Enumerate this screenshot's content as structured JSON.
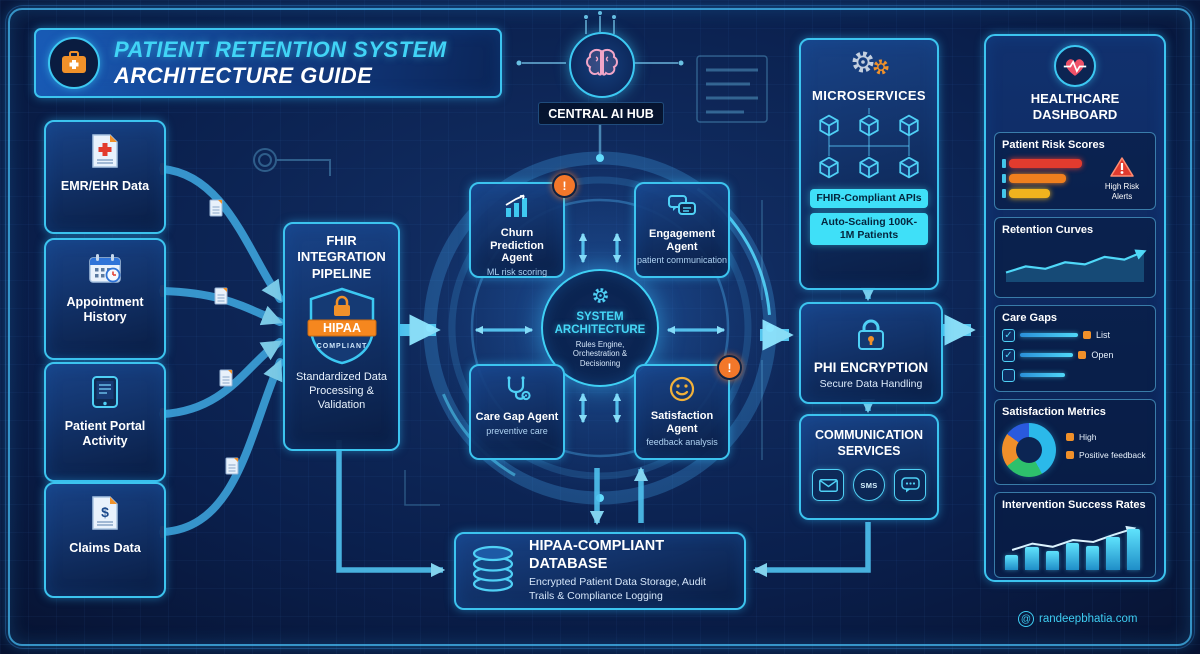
{
  "header": {
    "title": "PATIENT RETENTION SYSTEM",
    "subtitle": "ARCHITECTURE GUIDE"
  },
  "central_hub": {
    "label": "CENTRAL AI HUB"
  },
  "data_sources": [
    {
      "label": "EMR/EHR Data"
    },
    {
      "label": "Appointment History"
    },
    {
      "label": "Patient Portal Activity"
    },
    {
      "label": "Claims Data",
      "icon_glyph": "$"
    }
  ],
  "fhir_pipeline": {
    "title": "FHIR INTEGRATION PIPELINE",
    "badge_top": "HIPAA",
    "badge_bottom": "COMPLIANT",
    "description": "Standardized Data Processing & Validation"
  },
  "system_core": {
    "title": "SYSTEM ARCHITECTURE",
    "subtitle": "Rules Engine, Orchestration & Decisioning"
  },
  "agents": [
    {
      "title": "Churn Prediction Agent",
      "subtitle": "ML risk scoring",
      "alert": "!"
    },
    {
      "title": "Engagement Agent",
      "subtitle": "patient communication"
    },
    {
      "title": "Care Gap Agent",
      "subtitle": "preventive care"
    },
    {
      "title": "Satisfaction Agent",
      "subtitle": "feedback analysis",
      "alert": "!"
    }
  ],
  "microservices": {
    "title": "MICROSERVICES",
    "badge_api": "FHIR-Compliant APIs",
    "badge_scaling": "Auto-Scaling 100K-1M Patients"
  },
  "phi_encryption": {
    "title": "PHI ENCRYPTION",
    "subtitle": "Secure Data Handling"
  },
  "communication": {
    "title": "COMMUNICATION SERVICES",
    "sms_label": "SMS"
  },
  "database": {
    "title": "HIPAA-COMPLIANT DATABASE",
    "description": "Encrypted Patient Data Storage, Audit Trails & Compliance Logging"
  },
  "dashboard": {
    "title": "HEALTHCARE DASHBOARD",
    "risk": {
      "title": "Patient Risk Scores",
      "alert_label": "High Risk Alerts",
      "bars": [
        {
          "color": "#e23b2e",
          "width": 82
        },
        {
          "color": "#f07f1e",
          "width": 64
        },
        {
          "color": "#f0b31e",
          "width": 46
        }
      ]
    },
    "retention": {
      "title": "Retention Curves",
      "values": [
        22,
        40,
        33,
        52,
        46,
        68,
        60,
        84
      ]
    },
    "care_gaps": {
      "title": "Care Gaps",
      "rows": [
        {
          "checked": true,
          "bar": 100,
          "label": "List"
        },
        {
          "checked": true,
          "bar": 92,
          "label": "Open"
        },
        {
          "checked": false,
          "bar": 78,
          "label": ""
        }
      ]
    },
    "satisfaction": {
      "title": "Satisfaction Metrics",
      "segments": [
        {
          "color": "#2bb9ea",
          "pct": 42
        },
        {
          "color": "#2ec06c",
          "pct": 23
        },
        {
          "color": "#f08f2a",
          "pct": 20
        },
        {
          "color": "#2a5ade",
          "pct": 15
        }
      ],
      "legend": [
        {
          "label": "High",
          "marker": "#f0902a"
        },
        {
          "label": "Positive feedback",
          "marker": "#f0902a"
        }
      ]
    },
    "intervention": {
      "title": "Intervention Success Rates",
      "values": [
        30,
        46,
        38,
        55,
        50,
        68,
        84
      ]
    }
  },
  "watermark": {
    "at": "@",
    "text": "randeepbhatia.com"
  },
  "colors": {
    "accent": "#3fd0f5",
    "orange": "#f0902a",
    "alert_red": "#e23b2e",
    "chip_cyan": "#3fe0f8"
  }
}
